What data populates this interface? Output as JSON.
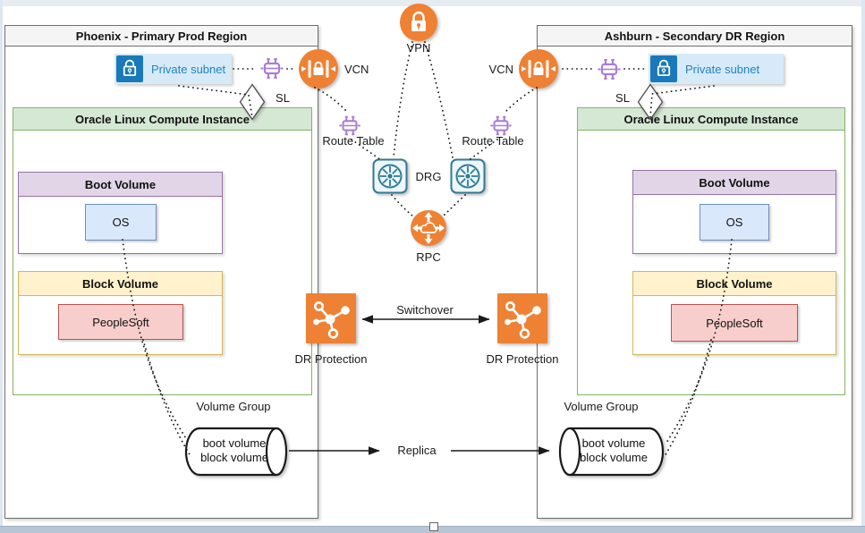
{
  "regions": [
    {
      "title": "Phoenix - Primary Prod Region",
      "private_subnet": "Private subnet",
      "sl": "SL",
      "vcn": "VCN",
      "route_table": "Route Table",
      "compute": "Oracle Linux Compute Instance",
      "boot_volume": "Boot Volume",
      "os": "OS",
      "block_volume": "Block Volume",
      "app": "PeopleSoft",
      "volume_group": "Volume Group",
      "volume_lines": [
        "boot volume",
        "block volume"
      ],
      "dr_protection": "DR Protection"
    },
    {
      "title": "Ashburn - Secondary DR Region",
      "private_subnet": "Private subnet",
      "sl": "SL",
      "vcn": "VCN",
      "route_table": "Route Table",
      "compute": "Oracle Linux Compute Instance",
      "boot_volume": "Boot Volume",
      "os": "OS",
      "block_volume": "Block Volume",
      "app": "PeopleSoft",
      "volume_group": "Volume Group",
      "volume_lines": [
        "boot volume",
        "block volume"
      ],
      "dr_protection": "DR Protection"
    }
  ],
  "center": {
    "vpn": "VPN",
    "drg": "DRG",
    "rpc": "RPC",
    "switchover": "Switchover",
    "replica": "Replica"
  },
  "icons": [
    "lock-icon",
    "vcn-gateway-icon",
    "vpn-lock-icon",
    "route-table-icon",
    "security-list-diamond",
    "drg-wheel-icon",
    "rpc-cloud-icon",
    "dr-protection-molecule-icon",
    "volume-group-cylinder"
  ],
  "palette": {
    "orange_icon": "#ee8133",
    "purple_header_fill": "#e1d5e7",
    "purple_header_border": "#9673a6",
    "green_fill": "#d5e8d4",
    "green_border": "#82b366",
    "yellow_fill": "#fff2cc",
    "yellow_border": "#d6b656",
    "red_fill": "#f8cecc",
    "red_border": "#b85450",
    "blue_fill": "#dae8fc",
    "blue_border": "#6c8ebf",
    "subnet_fill": "#d6eaf8",
    "subnet_icon_blue": "#1a79b8",
    "subnet_text_blue": "#2382c3",
    "region_header_gray": "#f5f5f5",
    "drg_teal_border": "#36788e",
    "route_table_purple": "#a87ed4",
    "edge_color": "#1a1a1a",
    "chrome_bar": "#b8c5d4"
  }
}
